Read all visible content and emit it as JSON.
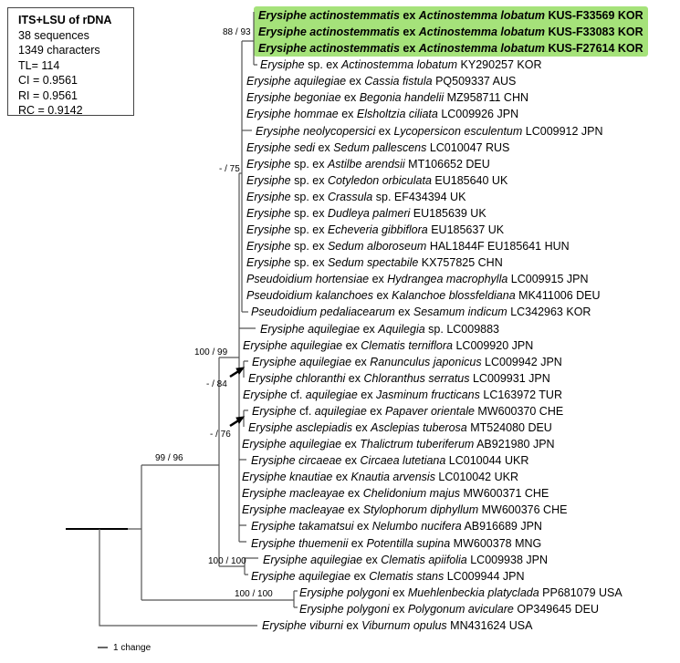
{
  "legend": {
    "title": "ITS+LSU of rDNA",
    "sequences": "38 sequences",
    "characters": "1349 characters",
    "tl": "TL= 114",
    "ci": "CI = 0.9561",
    "ri": "RI = 0.9561",
    "rc": "RC = 0.9142"
  },
  "highlight_color": "#a5e27a",
  "support": {
    "n88": "88 / 93",
    "n75": "- / 75",
    "n100_99": "100 / 99",
    "n84": "- / 84",
    "n76": "- / 76",
    "n99_96": "99 / 96",
    "n100_apii": "100 / 100",
    "n100_poly": "100 / 100"
  },
  "scale": {
    "label": "1 change"
  },
  "taxa": [
    {
      "bold": true,
      "parts": [
        [
          "Erysiphe actinostemmatis",
          true
        ],
        [
          " ex ",
          false
        ],
        [
          "Actinostemma lobatum",
          true
        ],
        [
          " KUS-F33569 KOR",
          false
        ]
      ]
    },
    {
      "bold": true,
      "parts": [
        [
          "Erysiphe actinostemmatis",
          true
        ],
        [
          " ex ",
          false
        ],
        [
          "Actinostemma lobatum",
          true
        ],
        [
          " KUS-F33083 KOR",
          false
        ]
      ]
    },
    {
      "bold": true,
      "parts": [
        [
          "Erysiphe actinostemmatis",
          true
        ],
        [
          " ex ",
          false
        ],
        [
          "Actinostemma lobatum",
          true
        ],
        [
          " KUS-F27614 KOR",
          false
        ]
      ]
    },
    {
      "parts": [
        [
          "Erysiphe",
          true
        ],
        [
          " sp. ex ",
          false
        ],
        [
          "Actinostemma lobatum",
          true
        ],
        [
          " KY290257 KOR",
          false
        ]
      ]
    },
    {
      "parts": [
        [
          "Erysiphe aquilegiae",
          true
        ],
        [
          " ex ",
          false
        ],
        [
          "Cassia fistula",
          true
        ],
        [
          " PQ509337 AUS",
          false
        ]
      ]
    },
    {
      "parts": [
        [
          "Erysiphe begoniae",
          true
        ],
        [
          " ex ",
          false
        ],
        [
          "Begonia handelii",
          true
        ],
        [
          " MZ958711 CHN",
          false
        ]
      ]
    },
    {
      "parts": [
        [
          "Erysiphe hommae",
          true
        ],
        [
          " ex ",
          false
        ],
        [
          "Elsholtzia ciliata",
          true
        ],
        [
          " LC009926 JPN",
          false
        ]
      ]
    },
    {
      "parts": [
        [
          "Erysiphe neolycopersici",
          true
        ],
        [
          " ex ",
          false
        ],
        [
          "Lycopersicon esculentum",
          true
        ],
        [
          " LC009912 JPN",
          false
        ]
      ]
    },
    {
      "parts": [
        [
          "Erysiphe sedi",
          true
        ],
        [
          " ex ",
          false
        ],
        [
          "Sedum pallescens",
          true
        ],
        [
          " LC010047 RUS",
          false
        ]
      ]
    },
    {
      "parts": [
        [
          "Erysiphe",
          true
        ],
        [
          " sp. ex ",
          false
        ],
        [
          "Astilbe arendsii",
          true
        ],
        [
          " MT106652 DEU",
          false
        ]
      ]
    },
    {
      "parts": [
        [
          "Erysiphe",
          true
        ],
        [
          " sp. ex ",
          false
        ],
        [
          "Cotyledon orbiculata",
          true
        ],
        [
          " EU185640 UK",
          false
        ]
      ]
    },
    {
      "parts": [
        [
          "Erysiphe",
          true
        ],
        [
          " sp. ex ",
          false
        ],
        [
          "Crassula",
          true
        ],
        [
          " sp. EF434394 UK",
          false
        ]
      ]
    },
    {
      "parts": [
        [
          "Erysiphe",
          true
        ],
        [
          " sp. ex ",
          false
        ],
        [
          "Dudleya palmeri",
          true
        ],
        [
          " EU185639 UK",
          false
        ]
      ]
    },
    {
      "parts": [
        [
          "Erysiphe",
          true
        ],
        [
          " sp. ex ",
          false
        ],
        [
          "Echeveria gibbiflora",
          true
        ],
        [
          " EU185637 UK",
          false
        ]
      ]
    },
    {
      "parts": [
        [
          "Erysiphe",
          true
        ],
        [
          " sp. ex ",
          false
        ],
        [
          "Sedum alboroseum",
          true
        ],
        [
          " HAL1844F EU185641 HUN",
          false
        ]
      ]
    },
    {
      "parts": [
        [
          "Erysiphe",
          true
        ],
        [
          " sp. ex ",
          false
        ],
        [
          "Sedum spectabile",
          true
        ],
        [
          " KX757825 CHN",
          false
        ]
      ]
    },
    {
      "parts": [
        [
          "Pseudoidium hortensiae",
          true
        ],
        [
          " ex ",
          false
        ],
        [
          "Hydrangea macrophylla",
          true
        ],
        [
          " LC009915 JPN",
          false
        ]
      ]
    },
    {
      "parts": [
        [
          "Pseudoidium kalanchoes",
          true
        ],
        [
          " ex ",
          false
        ],
        [
          "Kalanchoe blossfeldiana",
          true
        ],
        [
          " MK411006 DEU",
          false
        ]
      ]
    },
    {
      "parts": [
        [
          "Pseudoidium pedaliacearum",
          true
        ],
        [
          " ex ",
          false
        ],
        [
          "Sesamum indicum",
          true
        ],
        [
          " LC342963 KOR",
          false
        ]
      ]
    },
    {
      "parts": [
        [
          "Erysiphe aquilegiae",
          true
        ],
        [
          " ex ",
          false
        ],
        [
          "Aquilegia",
          true
        ],
        [
          " sp. LC009883",
          false
        ]
      ]
    },
    {
      "parts": [
        [
          "Erysiphe aquilegiae",
          true
        ],
        [
          " ex ",
          false
        ],
        [
          "Clematis terniflora",
          true
        ],
        [
          " LC009920 JPN",
          false
        ]
      ]
    },
    {
      "parts": [
        [
          "Erysiphe aquilegiae",
          true
        ],
        [
          " ex ",
          false
        ],
        [
          "Ranunculus japonicus",
          true
        ],
        [
          " LC009942 JPN",
          false
        ]
      ]
    },
    {
      "parts": [
        [
          "Erysiphe chloranthi",
          true
        ],
        [
          " ex ",
          false
        ],
        [
          "Chloranthus serratus",
          true
        ],
        [
          " LC009931 JPN",
          false
        ]
      ]
    },
    {
      "parts": [
        [
          "Erysiphe",
          true
        ],
        [
          " cf. ",
          false
        ],
        [
          "aquilegiae",
          true
        ],
        [
          " ex ",
          false
        ],
        [
          "Jasminum fructicans",
          true
        ],
        [
          " LC163972 TUR",
          false
        ]
      ]
    },
    {
      "parts": [
        [
          "Erysiphe",
          true
        ],
        [
          " cf. ",
          false
        ],
        [
          "aquilegiae",
          true
        ],
        [
          " ex ",
          false
        ],
        [
          "Papaver orientale",
          true
        ],
        [
          " MW600370 CHE",
          false
        ]
      ]
    },
    {
      "parts": [
        [
          "Erysiphe asclepiadis",
          true
        ],
        [
          " ex ",
          false
        ],
        [
          "Asclepias tuberosa",
          true
        ],
        [
          " MT524080 DEU",
          false
        ]
      ]
    },
    {
      "parts": [
        [
          "Erysiphe aquilegiae",
          true
        ],
        [
          " ex ",
          false
        ],
        [
          "Thalictrum tuberiferum",
          true
        ],
        [
          " AB921980 JPN",
          false
        ]
      ]
    },
    {
      "parts": [
        [
          "Erysiphe circaeae",
          true
        ],
        [
          " ex ",
          false
        ],
        [
          "Circaea lutetiana",
          true
        ],
        [
          " LC010044 UKR",
          false
        ]
      ]
    },
    {
      "parts": [
        [
          "Erysiphe knautiae",
          true
        ],
        [
          " ex ",
          false
        ],
        [
          "Knautia arvensis",
          true
        ],
        [
          " LC010042 UKR",
          false
        ]
      ]
    },
    {
      "parts": [
        [
          "Erysiphe macleayae",
          true
        ],
        [
          " ex ",
          false
        ],
        [
          "Chelidonium majus",
          true
        ],
        [
          " MW600371 CHE",
          false
        ]
      ]
    },
    {
      "parts": [
        [
          "Erysiphe macleayae",
          true
        ],
        [
          " ex ",
          false
        ],
        [
          "Stylophorum diphyllum",
          true
        ],
        [
          " MW600376 CHE",
          false
        ]
      ]
    },
    {
      "parts": [
        [
          "Erysiphe takamatsui",
          true
        ],
        [
          " ex ",
          false
        ],
        [
          "Nelumbo nucifera",
          true
        ],
        [
          " AB916689 JPN",
          false
        ]
      ]
    },
    {
      "parts": [
        [
          "Erysiphe thuemenii",
          true
        ],
        [
          " ex ",
          false
        ],
        [
          "Potentilla supina",
          true
        ],
        [
          " MW600378 MNG",
          false
        ]
      ]
    },
    {
      "parts": [
        [
          "Erysiphe aquilegiae",
          true
        ],
        [
          " ex ",
          false
        ],
        [
          "Clematis apiifolia",
          true
        ],
        [
          " LC009938 JPN",
          false
        ]
      ]
    },
    {
      "parts": [
        [
          "Erysiphe aquilegiae",
          true
        ],
        [
          " ex ",
          false
        ],
        [
          "Clematis stans",
          true
        ],
        [
          " LC009944 JPN",
          false
        ]
      ]
    },
    {
      "parts": [
        [
          "Erysiphe polygoni",
          true
        ],
        [
          " ex ",
          false
        ],
        [
          "Muehlenbeckia platyclada",
          true
        ],
        [
          " PP681079 USA",
          false
        ]
      ]
    },
    {
      "parts": [
        [
          "Erysiphe polygoni",
          true
        ],
        [
          " ex ",
          false
        ],
        [
          "Polygonum aviculare",
          true
        ],
        [
          " OP349645 DEU",
          false
        ]
      ]
    },
    {
      "parts": [
        [
          "Erysiphe viburni",
          true
        ],
        [
          " ex ",
          false
        ],
        [
          "Viburnum opulus",
          true
        ],
        [
          " MN431624 USA",
          false
        ]
      ]
    }
  ]
}
